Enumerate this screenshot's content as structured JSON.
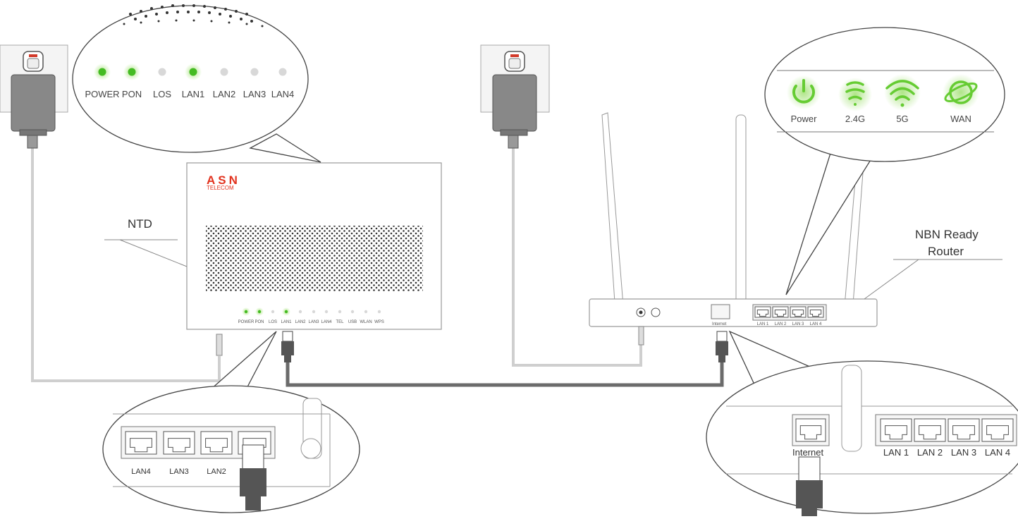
{
  "ntd": {
    "callout_label": "NTD",
    "brand": "ASN",
    "brand_sub": "TELECOM",
    "panel_leds": [
      "POWER",
      "PON",
      "LOS",
      "LAN1",
      "LAN2",
      "LAN3",
      "LAN4",
      "TEL",
      "USB",
      "WLAN",
      "WPS"
    ],
    "panel_leds_lit": [
      "POWER",
      "PON",
      "LAN1"
    ],
    "bubble_leds": [
      "POWER",
      "PON",
      "LOS",
      "LAN1",
      "LAN2",
      "LAN3",
      "LAN4"
    ],
    "bubble_leds_lit": [
      "POWER",
      "PON",
      "LAN1"
    ],
    "rear_ports": [
      "LAN4",
      "LAN3",
      "LAN2"
    ]
  },
  "router": {
    "callout_label_line1": "NBN Ready",
    "callout_label_line2": "Router",
    "internet_port": "Internet",
    "lan_ports": [
      "LAN 1",
      "LAN 2",
      "LAN 3",
      "LAN 4"
    ],
    "bubble_indicators": [
      "Power",
      "2.4G",
      "5G",
      "WAN"
    ],
    "indicator_color": "#66cc33"
  },
  "colors": {
    "led_on": "#44bb22",
    "led_glow": "#a6e27a",
    "led_off": "#d8d8d8",
    "power_cable": "#cfcfcf",
    "ethernet_cable": "#6b6b6b",
    "device_stroke": "#9a9a9a",
    "brand": "#e2321e"
  }
}
